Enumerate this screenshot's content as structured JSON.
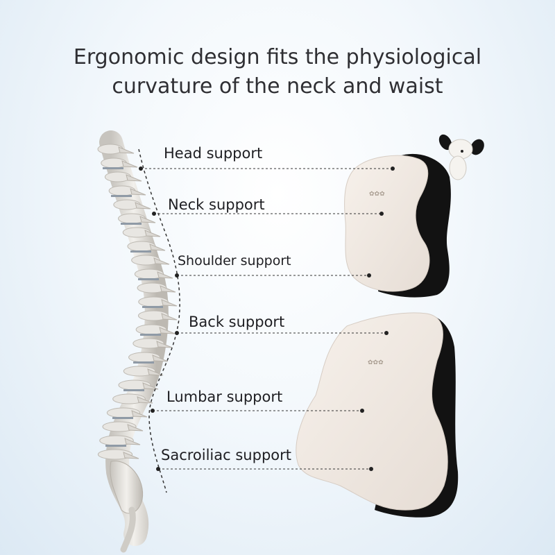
{
  "header": {
    "line1": "Ergonomic design fits the physiological",
    "line2": "curvature of the neck and waist"
  },
  "labels": [
    "Head support",
    "Neck support",
    "Shoulder support",
    "Back support",
    "Lumbar support",
    "Sacroiliac support"
  ],
  "colors": {
    "pillow": "#efe7e0",
    "pillow_back": "#111111",
    "spine": "#d9d7d2",
    "disc": "#8f9aa6",
    "line": "#333333"
  }
}
